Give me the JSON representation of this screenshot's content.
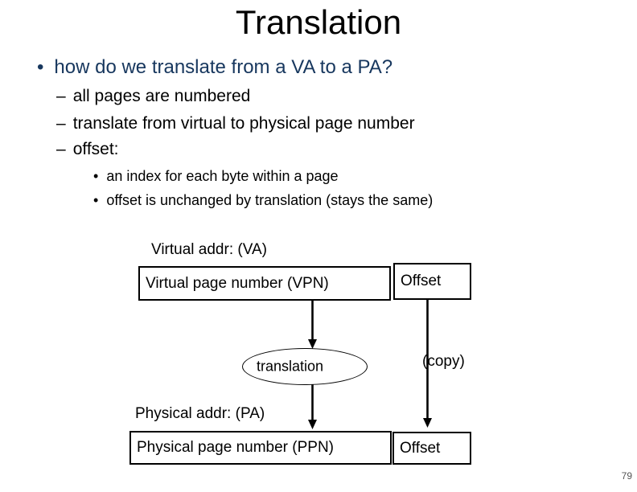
{
  "title": "Translation",
  "page_number": "79",
  "colors": {
    "heading_blue": "#17375E",
    "body_text": "#000000",
    "page_number_gray": "#545454",
    "line_black": "#000000"
  },
  "bullets": {
    "l1_marker": "•",
    "l2_marker": "–",
    "l3_marker": "•",
    "question": "how do we translate from a VA to a PA?",
    "level2": [
      "all pages are numbered",
      "translate from virtual to physical page number",
      "offset:"
    ],
    "level3": [
      "an index for each byte within a page",
      "offset is unchanged by translation (stays the same)"
    ]
  },
  "diagram": {
    "virtual_addr_label": "Virtual addr: (VA)",
    "vpn_box_label": "Virtual page number (VPN)",
    "offset_top_label": "Offset",
    "translation_label": "translation",
    "copy_label": "(copy)",
    "physical_addr_label": "Physical addr: (PA)",
    "ppn_box_label": "Physical page number (PPN)",
    "offset_bottom_label": "Offset"
  }
}
